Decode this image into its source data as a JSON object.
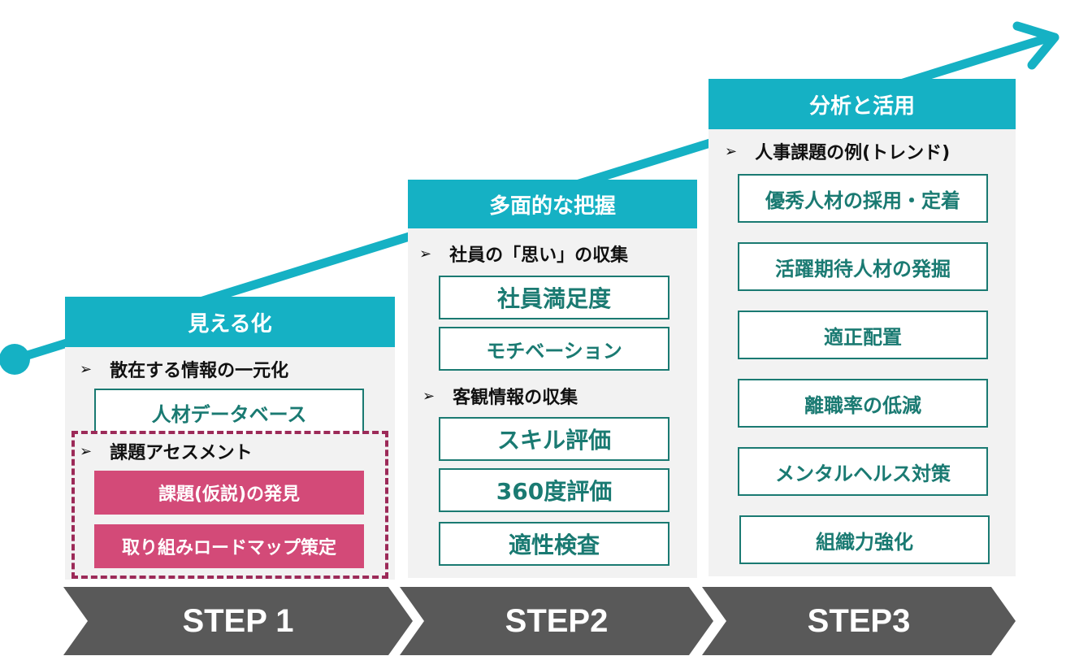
{
  "colors": {
    "teal": "#15b1c4",
    "dark_teal": "#1a7a72",
    "pink": "#d34a78",
    "dashed_border": "#9c2a58",
    "panel_bg": "#f2f2f2",
    "step_bar": "#595959"
  },
  "step1": {
    "header": "見える化",
    "bullet1": "散在する情報の一元化",
    "box1": "人材データベース",
    "bullet2": "課題アセスメント",
    "pink_items": [
      "課題(仮説)の発見",
      "取り組みロードマップ策定"
    ]
  },
  "step2": {
    "header": "多面的な把握",
    "bullet1": "社員の「思い」の収集",
    "group1": [
      "社員満足度",
      "モチベーション"
    ],
    "bullet2": "客観情報の収集",
    "group2": [
      "スキル評価",
      "360度評価",
      "適性検査"
    ]
  },
  "step3": {
    "header": "分析と活用",
    "bullet1": "人事課題の例(トレンド)",
    "items": [
      "優秀人材の採用・定着",
      "活躍期待人材の発掘",
      "適正配置",
      "離職率の低減",
      "メンタルヘルス対策",
      "組織力強化"
    ]
  },
  "steps": [
    "STEP 1",
    "STEP2",
    "STEP3"
  ],
  "bullet_mark": "➢"
}
